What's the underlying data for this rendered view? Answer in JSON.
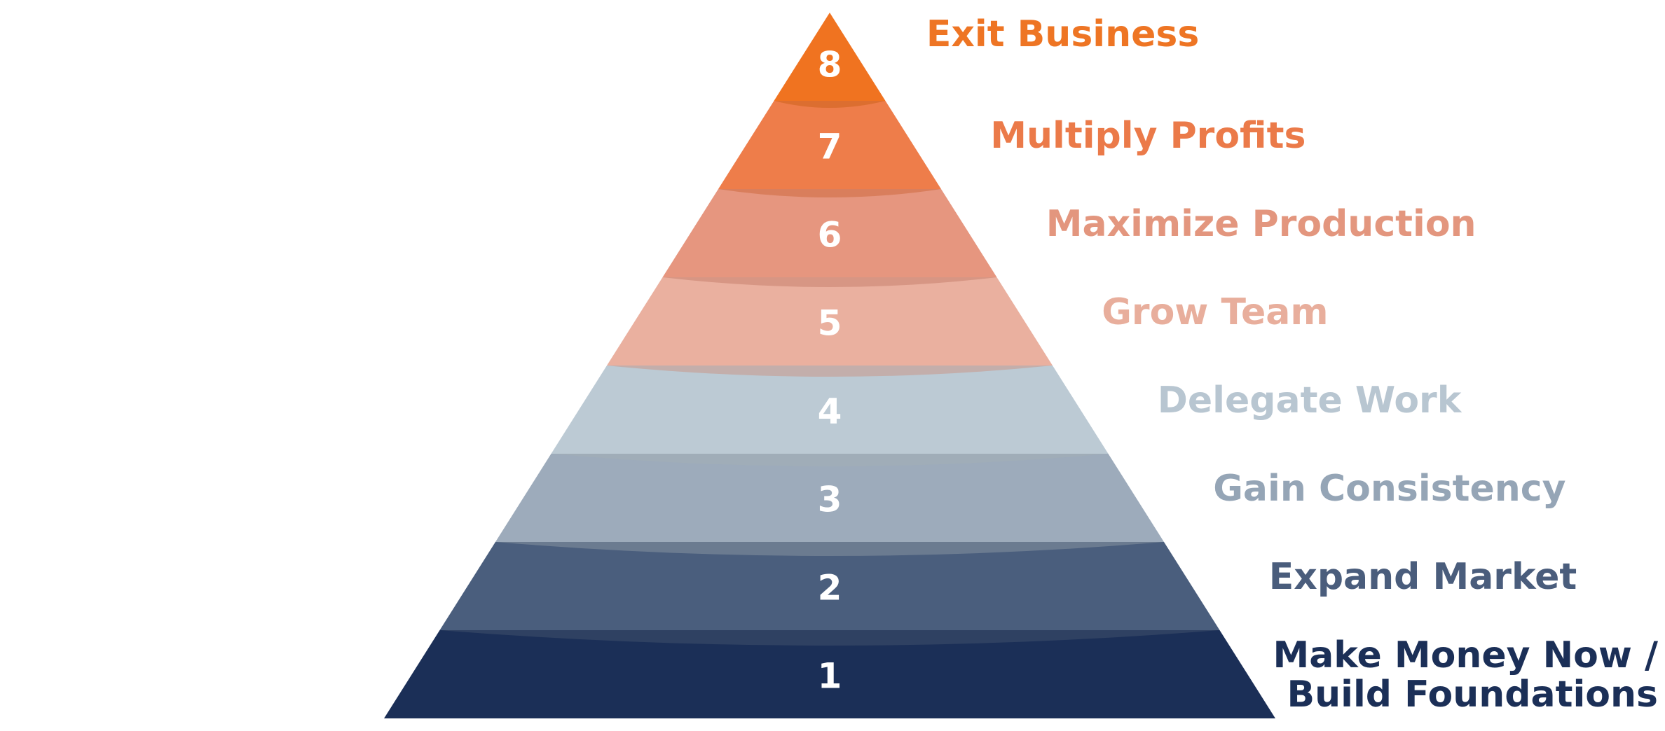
{
  "pyramid": {
    "levels": [
      {
        "number": "8",
        "label_lines": [
          "Exit Business"
        ],
        "color": "#F07320",
        "label_color": "#EE7524"
      },
      {
        "number": "7",
        "label_lines": [
          "Multiply Profits"
        ],
        "color": "#EE7D4A",
        "label_color": "#EB7A49"
      },
      {
        "number": "6",
        "label_lines": [
          "Maximize Production"
        ],
        "color": "#E6967F",
        "label_color": "#E3967E"
      },
      {
        "number": "5",
        "label_lines": [
          "Grow Team"
        ],
        "color": "#EAB09F",
        "label_color": "#E8AE9C"
      },
      {
        "number": "4",
        "label_lines": [
          "Delegate Work"
        ],
        "color": "#BCCAD4",
        "label_color": "#B8C6D1"
      },
      {
        "number": "3",
        "label_lines": [
          "Gain Consistency"
        ],
        "color": "#9DABBB",
        "label_color": "#95A5B6"
      },
      {
        "number": "2",
        "label_lines": [
          "Expand Market"
        ],
        "color": "#4A5E7D",
        "label_color": "#4A5D7C"
      },
      {
        "number": "1",
        "label_lines": [
          "Make Money Now /",
          "Build Foundations"
        ],
        "color": "#1B2F57",
        "label_color": "#1B2F57"
      }
    ]
  }
}
